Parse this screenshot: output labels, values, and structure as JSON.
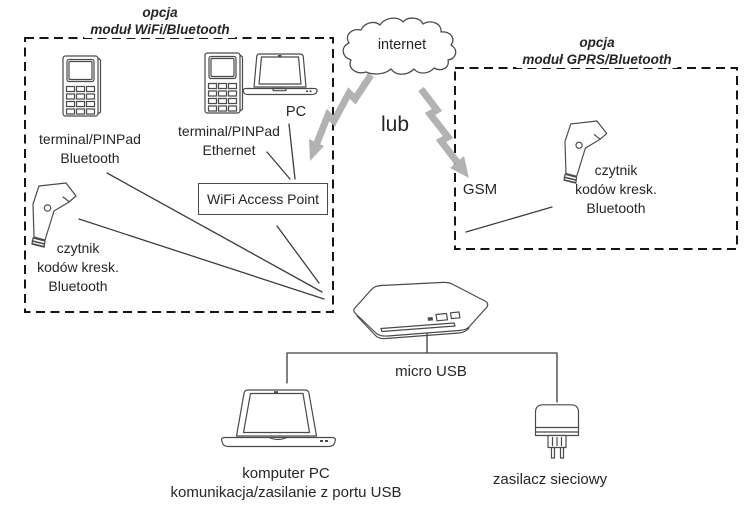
{
  "colors": {
    "line": "#4a4a4a",
    "box": "#151515",
    "bolt": "#b2b2b2",
    "text": "#262626"
  },
  "wifi_box": {
    "title": [
      "opcja",
      "moduł WiFi/Bluetooth"
    ],
    "terminal_bluetooth": [
      "terminal/PINPad",
      "Bluetooth"
    ],
    "terminal_ethernet": [
      "terminal/PINPad",
      "Ethernet"
    ],
    "pc": "PC",
    "access_point": "WiFi Access Point",
    "scanner": [
      "czytnik",
      "kodów kresk.",
      "Bluetooth"
    ]
  },
  "gprs_box": {
    "title": [
      "opcja",
      "moduł GPRS/Bluetooth"
    ],
    "gsm": "GSM",
    "scanner": [
      "czytnik",
      "kodów kresk.",
      "Bluetooth"
    ]
  },
  "center": {
    "cloud": "internet",
    "or": "lub"
  },
  "bottom": {
    "micro_usb": "micro USB",
    "computer": [
      "komputer PC",
      "komunikacja/zasilanie z portu USB"
    ],
    "power": "zasilacz sieciowy"
  },
  "icons": {
    "payment-terminal-icon": "pinpad line-art",
    "laptop-icon": "laptop line-art",
    "barcode-scanner-icon": "handheld scanner gun line-art",
    "cash-register-icon": "portable cash register line-art",
    "power-adapter-icon": "wall plug line-art",
    "cloud-icon": "cloud outline",
    "wireless-bolt-icon": "gray lightning arrow"
  }
}
